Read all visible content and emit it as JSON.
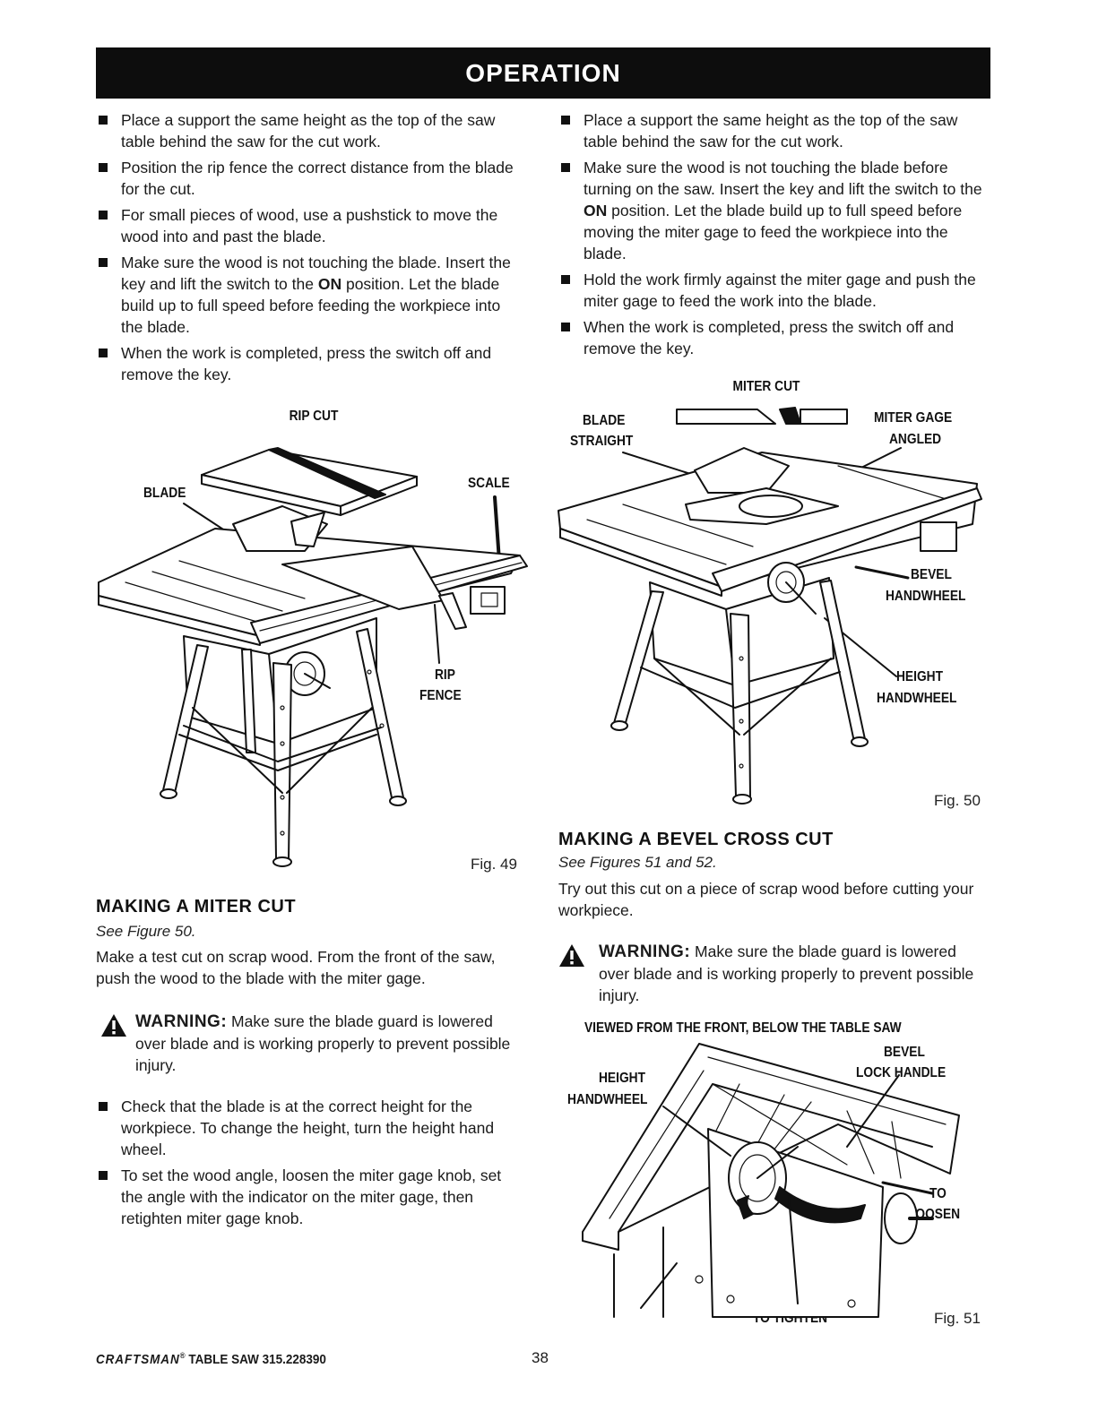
{
  "header": {
    "title": "OPERATION"
  },
  "left_bullets": [
    "Place a support the same height as the top of the saw table behind the saw for the cut work.",
    "Position the rip fence the correct distance from the blade for the cut.",
    "For small pieces of wood, use a pushstick to move the wood into and past the blade.",
    {
      "pre": "Make sure the wood is not touching the blade. Insert the key and lift the switch to the ",
      "bold": "ON",
      "post": " position. Let the blade build up to full speed before feeding the workpiece into the blade."
    },
    "When the work is completed, press the switch off and remove the key."
  ],
  "right_bullets": [
    "Place a support the same height as the top of the saw table behind the saw for the cut work.",
    {
      "pre": "Make sure the wood is not touching the blade before turning on the saw. Insert the key and lift the switch to the ",
      "bold": "ON",
      "post": " position. Let the blade build up to full speed before moving the miter gage to feed the workpiece into the blade."
    },
    "Hold the work firmly against the miter gage and push the miter gage to feed the work into the blade.",
    "When the work is completed, press the switch off and remove the key."
  ],
  "fig49": {
    "title": "RIP CUT",
    "label_blade": "BLADE",
    "label_scale": "SCALE",
    "label_rip": "RIP",
    "label_fence": "FENCE",
    "caption": "Fig. 49"
  },
  "fig50": {
    "title": "MITER CUT",
    "label_blade": "BLADE",
    "label_straight": "STRAIGHT",
    "label_miter_gage": "MITER GAGE",
    "label_angled": "ANGLED",
    "label_bevel": "BEVEL",
    "label_bevel_handwheel": "HANDWHEEL",
    "label_height": "HEIGHT",
    "label_height_handwheel": "HANDWHEEL",
    "caption": "Fig. 50"
  },
  "miter_section": {
    "heading": "MAKING A MITER CUT",
    "see": "See Figure 50.",
    "para": "Make a test cut on scrap wood. From the front of the saw, push the wood to the blade with the miter gage.",
    "warning_title": "WARNING:",
    "warning_text": " Make sure the blade guard is lowered over blade and is working properly to prevent possible injury.",
    "bullets": [
      "Check that the blade is at the correct height for the workpiece. To change the height, turn the height hand wheel.",
      "To set the wood angle, loosen the miter gage knob, set the angle with the indicator on the miter gage, then retighten miter gage knob."
    ]
  },
  "bevel_section": {
    "heading": "MAKING A BEVEL CROSS CUT",
    "see": "See Figures 51 and 52.",
    "para": "Try out this cut on a piece of scrap wood before cutting your workpiece.",
    "warning_title": "WARNING:",
    "warning_text": " Make sure the blade guard is lowered over blade and is working properly to prevent possible injury."
  },
  "fig51": {
    "title": "VIEWED FROM THE FRONT, BELOW THE TABLE SAW",
    "label_bevel": "BEVEL",
    "label_lock_handle": "LOCK HANDLE",
    "label_height": "HEIGHT",
    "label_handwheel": "HANDWHEEL",
    "label_to": "TO",
    "label_loosen": "LOOSEN",
    "label_to_tighten": "TO TIGHTEN",
    "caption": "Fig. 51"
  },
  "footer": {
    "brand": "CRAFTSMAN",
    "reg": "®",
    "model": " TABLE SAW 315.228390",
    "page": "38"
  },
  "icons": [
    "warning-triangle-icon",
    "bullet-square-icon"
  ],
  "colors": {
    "banner": "#0d0d0d",
    "text": "#1a1a1a"
  }
}
